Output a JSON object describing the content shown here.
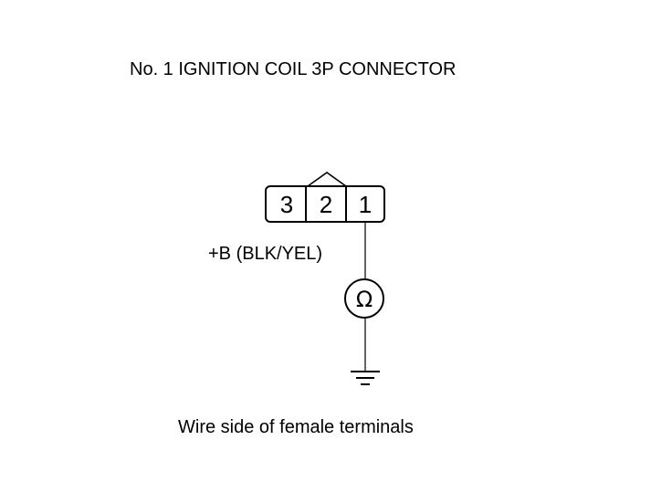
{
  "title": "No. 1 IGNITION COIL 3P CONNECTOR",
  "connector": {
    "pins": [
      "3",
      "2",
      "1"
    ]
  },
  "wire_label": "+B (BLK/YEL)",
  "meter_symbol": "Ω",
  "caption": "Wire side of female terminals",
  "icons": {
    "meter": "ohmmeter-icon",
    "ground": "ground-icon"
  }
}
